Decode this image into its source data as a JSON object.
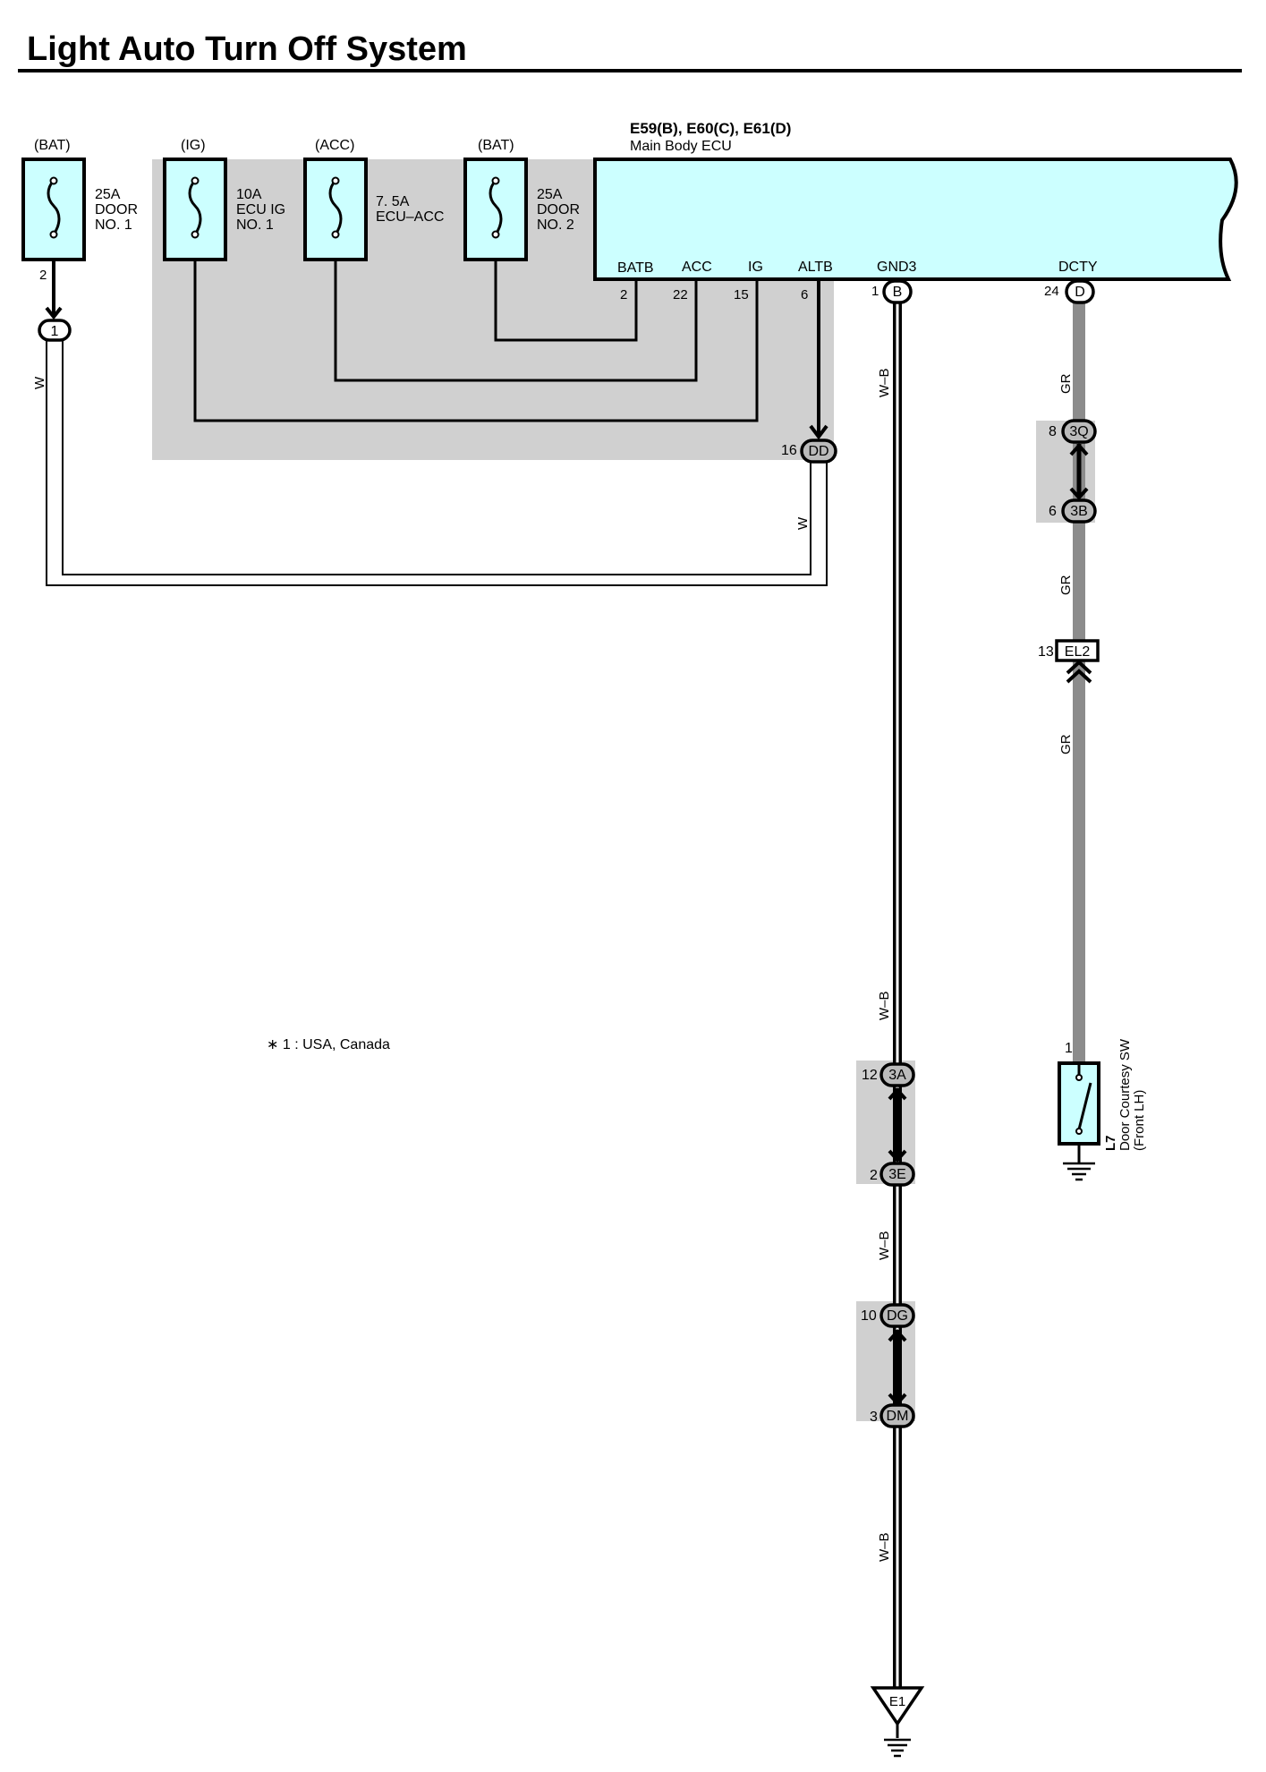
{
  "title": "Light Auto Turn Off System",
  "ecu": {
    "connectors": "E59(B), E60(C), E61(D)",
    "name": "Main Body ECU",
    "fill": "#ccffff",
    "pins": [
      {
        "label": "BATB",
        "number": "2"
      },
      {
        "label": "ACC",
        "number": "22"
      },
      {
        "label": "IG",
        "number": "15"
      },
      {
        "label": "ALTB",
        "number": "6"
      },
      {
        "label": "GND3",
        "number": "1",
        "connector": "B"
      },
      {
        "label": "DCTY",
        "number": "24",
        "connector": "D"
      }
    ]
  },
  "fuses": [
    {
      "source": "(BAT)",
      "lines": [
        "25A",
        "DOOR",
        "NO. 1"
      ],
      "pin": "2"
    },
    {
      "source": "(IG)",
      "lines": [
        "10A",
        "ECU IG",
        "NO. 1"
      ]
    },
    {
      "source": "(ACC)",
      "lines": [
        "7. 5A",
        "ECU–ACC"
      ]
    },
    {
      "source": "(BAT)",
      "lines": [
        "25A",
        "DOOR",
        "NO. 2"
      ]
    }
  ],
  "junction_1": "1",
  "junction_dd": {
    "pin": "16",
    "label": "DD"
  },
  "wire_colors": {
    "w": "W",
    "wb": "W–B",
    "gr": "GR"
  },
  "connectors": {
    "c3q": {
      "pin": "8",
      "label": "3Q"
    },
    "c3b": {
      "pin": "6",
      "label": "3B"
    },
    "el2": {
      "pin": "13",
      "label": "EL2"
    },
    "c3a": {
      "pin": "12",
      "label": "3A"
    },
    "c3e": {
      "pin": "2",
      "label": "3E"
    },
    "cdg": {
      "pin": "10",
      "label": "DG"
    },
    "cdm": {
      "pin": "3",
      "label": "DM"
    }
  },
  "switch": {
    "pin": "1",
    "code": "L7",
    "name": "Door Courtesy SW",
    "position": "(Front LH)"
  },
  "ground": "E1",
  "note": "∗ 1 : USA,  Canada",
  "colors": {
    "ecu_fill": "#ccffff",
    "fuse_fill": "#ccffff",
    "junction_block": "#d0d0d0",
    "gr_wire": "#8c8c8c"
  }
}
